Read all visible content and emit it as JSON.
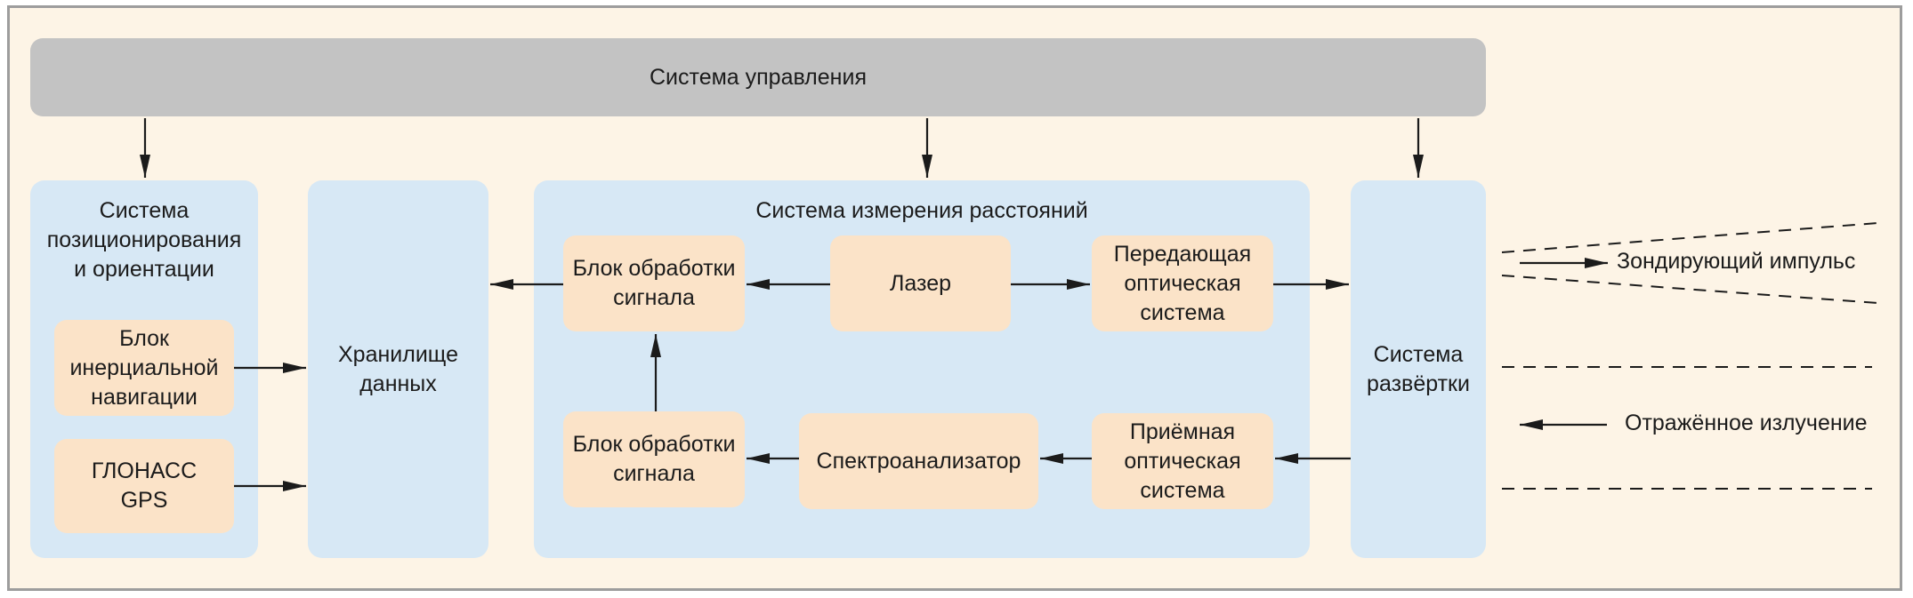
{
  "diagram": {
    "control_system": "Система управления",
    "positioning": {
      "title_lines": [
        "Система",
        "позиционирования",
        "и ориентации"
      ],
      "inertial_lines": [
        "Блок",
        "инерциальной",
        "навигации"
      ],
      "gnss_lines": [
        "ГЛОНАСС",
        "GPS"
      ]
    },
    "storage_lines": [
      "Хранилище",
      "данных"
    ],
    "ranging": {
      "title": "Система измерения расстояний",
      "signal_block_top_lines": [
        "Блок обработки",
        "сигнала"
      ],
      "laser": "Лазер",
      "tx_optics_lines": [
        "Передающая",
        "оптическая",
        "система"
      ],
      "signal_block_bottom_lines": [
        "Блок обработки",
        "сигнала"
      ],
      "spectrum_analyzer": "Спектроанализатор",
      "rx_optics_lines": [
        "Приёмная",
        "оптическая",
        "система"
      ]
    },
    "scan_system_lines": [
      "Система",
      "развёртки"
    ],
    "probe_pulse": "Зондирующий импульс",
    "reflected": "Отражённое излучение"
  },
  "colors": {
    "background": "#fdf4e6",
    "control": "#c3c3c3",
    "system_block": "#d7e8f5",
    "unit_block": "#fbe3c8",
    "arrow": "#1b1b1b"
  }
}
